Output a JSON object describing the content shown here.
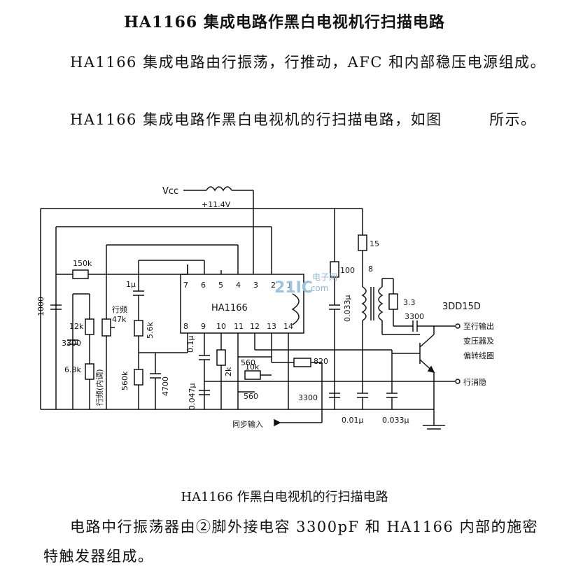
{
  "title": "HA1166 集成电路作黑白电视机行扫描电路",
  "para1": "HA1166 集成电路由行振荡，行推动，AFC 和内部稳压电源组成。",
  "para2": "HA1166 集成电路作黑白电视机的行扫描电路，如图　　　所示。",
  "caption": "HA1166 作黑白电视机的行扫描电路",
  "para3": "电路中行振荡器由②脚外接电容 3300pF 和 HA1166 内部的施密特触发器组成。",
  "circuit": {
    "ic_name": "HA1166",
    "vcc": "Vcc",
    "supply": "+11.4V",
    "pins_top": [
      "7",
      "6",
      "5",
      "4",
      "3",
      "2",
      "1"
    ],
    "pins_bottom": [
      "8",
      "9",
      "10",
      "11",
      "12",
      "13",
      "14"
    ],
    "r_150k": "150k",
    "r_12k": "12k",
    "r_6_8k": "6.8k",
    "c_1000": "1000",
    "c_3300": "3300",
    "c_1u": "1μ",
    "pot_freq": "行频",
    "pot_47k": "47k",
    "r_5_6k": "5.6k",
    "r_560k": "560k",
    "c_4700": "4700",
    "pot_phase": "行频(内调)",
    "c_0_1u": "0.1μ",
    "c_0_047u": "0.047μ",
    "r_2k": "2k",
    "r_560a": "560",
    "r_10k": "10k",
    "r_560b": "560",
    "r_820": "820",
    "c_3300b": "3300",
    "r_100": "100",
    "c_0_033u_a": "0.033μ",
    "r_15": "15",
    "t_8": "8",
    "r_3_3": "3.3",
    "c_3300c": "3300",
    "transistor": "3DD15D",
    "c_0_01u": "0.01μ",
    "c_0_033u_b": "0.033μ",
    "out1_line1": "至行输出",
    "out1_line2": "变压器及",
    "out1_line3": "偏转线圈",
    "out2": "行消隐",
    "sync": "同步输入",
    "watermark_main": "21IC",
    "watermark_sub": "电子网",
    "watermark_url": ".com"
  }
}
